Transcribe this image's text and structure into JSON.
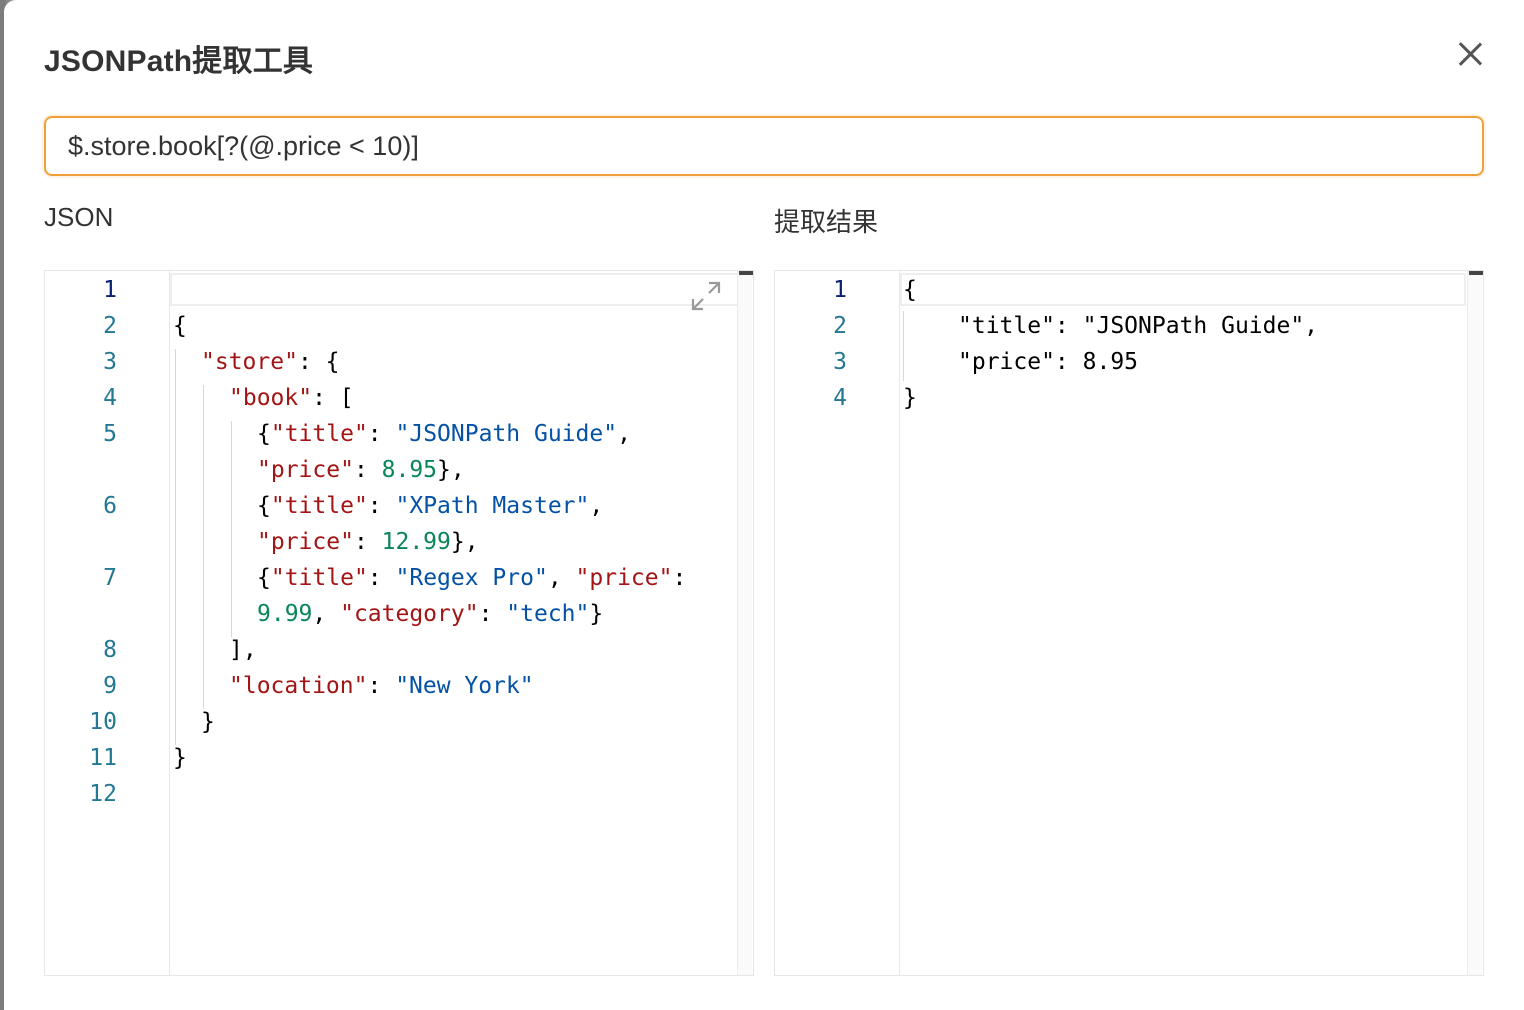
{
  "dialog": {
    "title": "JSONPath提取工具",
    "close_icon": "close-icon"
  },
  "query": {
    "value": "$.store.book[?(@.price < 10)]"
  },
  "left_panel": {
    "label": "JSON",
    "line_numbers": [
      "1",
      "2",
      "3",
      "4",
      "5",
      "6",
      "7",
      "8",
      "9",
      "10",
      "11",
      "12"
    ],
    "active_line": "1",
    "expand_icon": "expand-icon"
  },
  "right_panel": {
    "label": "提取结果",
    "line_numbers": [
      "1",
      "2",
      "3",
      "4"
    ],
    "active_line": "1"
  },
  "left_code": {
    "l2": "{",
    "store_key": "\"store\"",
    "colon_brace": ": {",
    "book_key": "\"book\"",
    "colon_bracket": ": [",
    "b1_open": "{",
    "title_key": "\"title\"",
    "colon": ": ",
    "b1_title": "\"JSONPath Guide\"",
    "comma": ",",
    "price_key": "\"price\"",
    "b1_price": "8.95",
    "close_comma": "},",
    "b2_title": "\"XPath Master\"",
    "b2_price": "12.99",
    "b3_title": "\"Regex Pro\"",
    "comma_space": ", ",
    "colon_only": ":",
    "b3_price": "9.99",
    "category_key": "\"category\"",
    "b3_category": "\"tech\"",
    "close_brace": "}",
    "array_close": "],",
    "location_key": "\"location\"",
    "location_value": "\"New York\"",
    "store_close": "}",
    "root_close": "}"
  },
  "right_code": {
    "l1": "{",
    "l2": "\"title\": \"JSONPath Guide\",",
    "l3": "\"price\": 8.95",
    "l4": "}"
  },
  "colors": {
    "key": "#a31515",
    "string": "#0451a5",
    "number": "#098658",
    "line_number": "#237893",
    "input_border": "#f0a03a"
  }
}
